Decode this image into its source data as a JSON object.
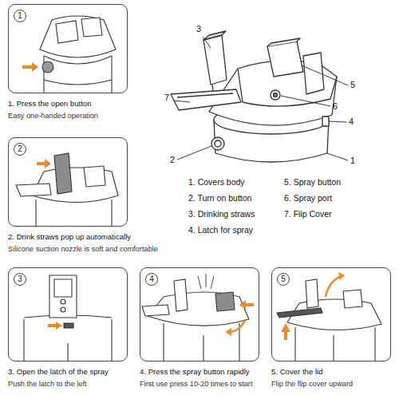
{
  "diagram": {
    "nodes": [
      {
        "text": [
          "1. Press the open button",
          "Easy one-handed operation"
        ]
      },
      {
        "text": [
          "1"
        ],
        "in": 0
      },
      {
        "text": [
          "2. Drink straws pop up automatically",
          "Silicone suction nozzle is soft and comfortable"
        ]
      },
      {
        "text": [
          "2"
        ],
        "in": 2
      },
      {
        "text": [
          "3. Open the latch of the spray",
          "Push the latch to the left"
        ]
      },
      {
        "text": [
          "3"
        ],
        "in": 4
      },
      {
        "text": [
          "4. Press the spray button rapidly",
          "First use press 10-20 times to start"
        ]
      },
      {
        "text": [
          "4"
        ],
        "in": 6
      },
      {
        "text": [
          "5. Cover the lid",
          "Flip the flip cover upward"
        ]
      },
      {
        "text": [
          "5"
        ],
        "in": 8
      }
    ],
    "labels": [
      "3",
      "7",
      "5",
      "6",
      "4",
      "2",
      "1",
      "1. Covers body",
      "2. Turn on button",
      "3. Drinking straws",
      "4. Latch for spray",
      "5. Spray button",
      "6. Spray port",
      "7. Flip Cover"
    ]
  }
}
